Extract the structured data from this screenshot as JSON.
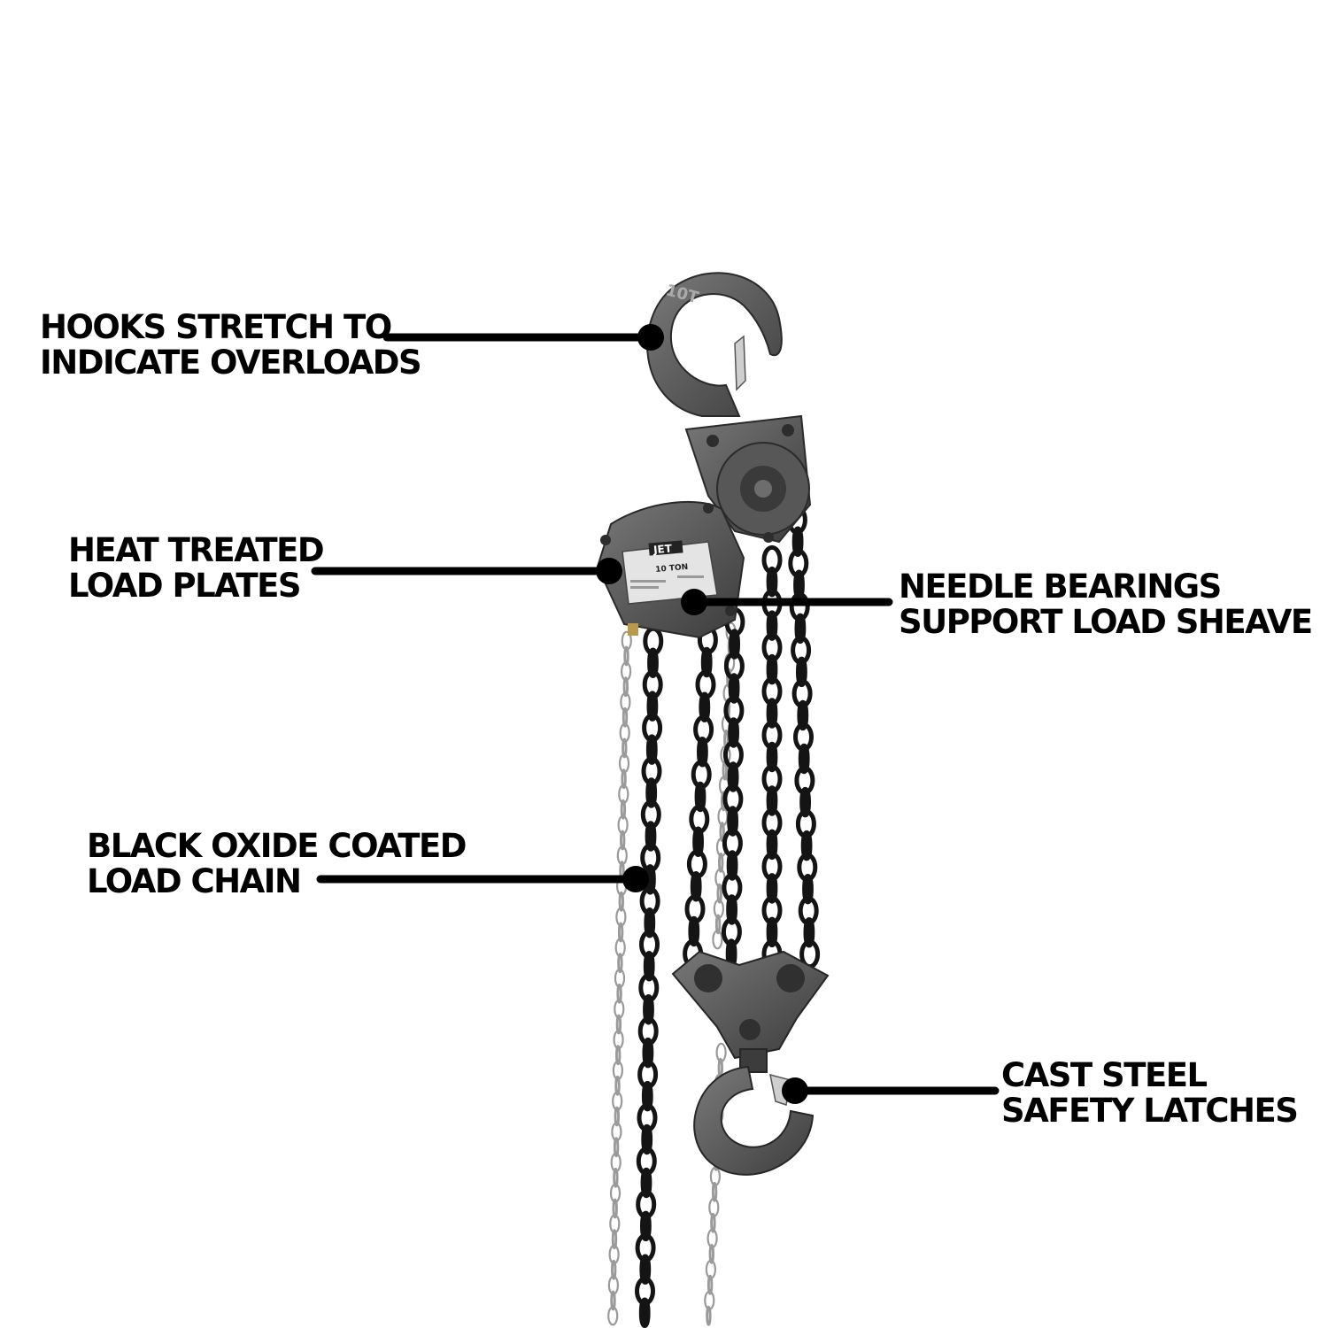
{
  "callouts": {
    "hooks": {
      "line1": "HOOKS STRETCH TO",
      "line2": "INDICATE OVERLOADS"
    },
    "heat": {
      "line1": "HEAT TREATED",
      "line2": "LOAD PLATES"
    },
    "needle": {
      "line1": "NEEDLE BEARINGS",
      "line2": "SUPPORT LOAD SHEAVE"
    },
    "black": {
      "line1": "BLACK OXIDE COATED",
      "line2": "LOAD CHAIN"
    },
    "cast": {
      "line1": "CAST STEEL",
      "line2": "SAFETY LATCHES"
    }
  },
  "product": {
    "brand": "JET",
    "capacity": "10 TON",
    "hook_marking": "10T"
  },
  "colors": {
    "leader": "#000000",
    "body": "#4a4a4a",
    "body_light": "#6b6b6b",
    "chain": "#141414",
    "hand_chain": "#9a9a9a"
  }
}
